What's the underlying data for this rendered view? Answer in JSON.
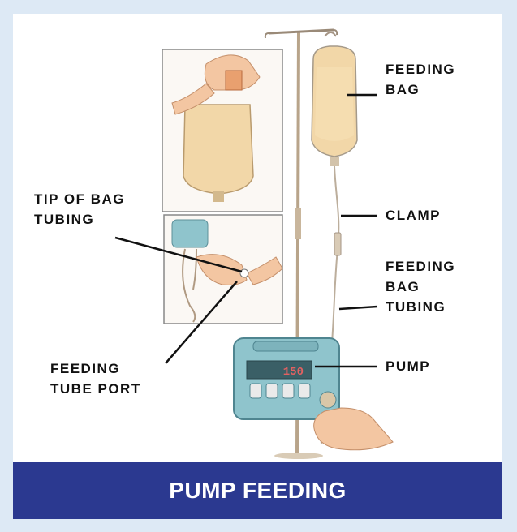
{
  "labels": {
    "feeding_bag": [
      "FEEDING",
      "BAG"
    ],
    "clamp": "CLAMP",
    "feeding_bag_tubing": [
      "FEEDING",
      "BAG",
      "TUBING"
    ],
    "pump": "PUMP",
    "tip_of_bag_tubing": [
      "TIP OF BAG",
      "TUBING"
    ],
    "feeding_tube_port": [
      "FEEDING",
      "TUBE PORT"
    ]
  },
  "pump_display": "150",
  "banner": {
    "title": "PUMP FEEDING"
  },
  "colors": {
    "background": "#dde9f5",
    "banner": "#2b3990",
    "pump_body": "#8fc4cc",
    "formula": "#f2d7a8",
    "skin": "#f3c6a2"
  }
}
